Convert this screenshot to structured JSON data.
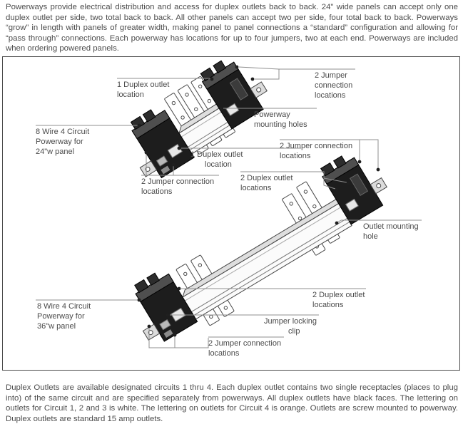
{
  "intro_paragraph": "Powerways provide electrical distribution and access for duplex outlets back to back. 24\" wide panels can accept only one duplex outlet per side, two total back to back. All other panels can accept two per side, four total back to back. Powerways “grow” in length with panels of greater width, making panel to panel connections a “standard” configuration and allowing for “pass through” connections. Each powerway has locations for up to four jumpers, two at each end. Powerways are included when ordering powered panels.",
  "footer_paragraph": "Duplex Outlets are available designated circuits 1 thru 4. Each duplex outlet contains two single receptacles (places to plug into) of the same circuit and are specified separately from powerways. All duplex outlets have black faces. The lettering on outlets for Circuit 1, 2 and 3 is white. The lettering on outlets for Circuit 4 is orange. Outlets are screw mounted to powerway. Duplex outlets are standard 15 amp outlets.",
  "diagram": {
    "labels": {
      "l1": {
        "lines": [
          "1 Duplex outlet",
          "location"
        ]
      },
      "l2": {
        "lines": [
          "2 Jumper",
          "connection",
          "locations"
        ]
      },
      "l3": {
        "lines": [
          "Powerway",
          "mounting holes"
        ]
      },
      "l4": {
        "lines": [
          "8 Wire 4 Circuit",
          "Powerway for",
          "24\"w panel"
        ]
      },
      "l5": {
        "lines": [
          "1 Duplex outlet",
          "location"
        ]
      },
      "l6": {
        "lines": [
          "2 Jumper connection",
          "locations"
        ]
      },
      "l7": {
        "lines": [
          "2 Duplex outlet",
          "locations"
        ]
      },
      "l8": {
        "lines": [
          "2 Jumper connection",
          "locations"
        ]
      },
      "l9": {
        "lines": [
          "Outlet mounting",
          "hole"
        ]
      },
      "l10": {
        "lines": [
          "8 Wire 4 Circuit",
          "Powerway for",
          "36\"w panel"
        ]
      },
      "l11": {
        "lines": [
          "2 Duplex outlet",
          "locations"
        ]
      },
      "l12": {
        "lines": [
          "Jumper locking",
          "clip"
        ]
      },
      "l13": {
        "lines": [
          "2 Jumper connection",
          "locations"
        ]
      }
    },
    "colors": {
      "label_text": "#4a4a4a",
      "leader_line": "#8f8f8f",
      "connector_black": "#1d1d1d",
      "rail_white": "#fbfbfb",
      "box_border": "#4b4b4b"
    }
  }
}
